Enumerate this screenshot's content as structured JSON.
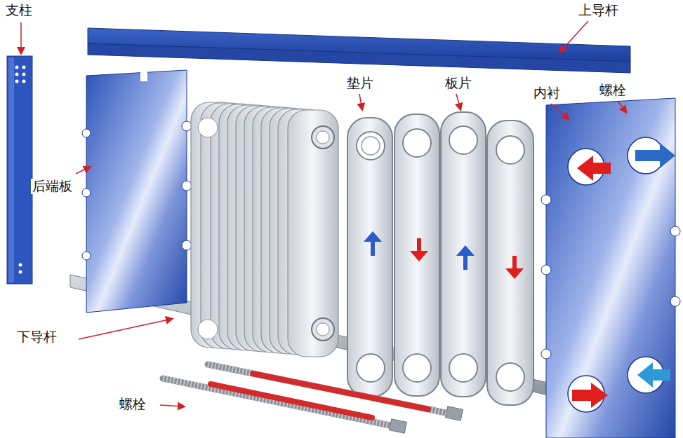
{
  "diagram": {
    "labels": [
      "支柱",
      "上导杆",
      "垫片",
      "板片",
      "内衬",
      "螺栓",
      "后端板",
      "下导杆",
      "螺栓"
    ]
  }
}
